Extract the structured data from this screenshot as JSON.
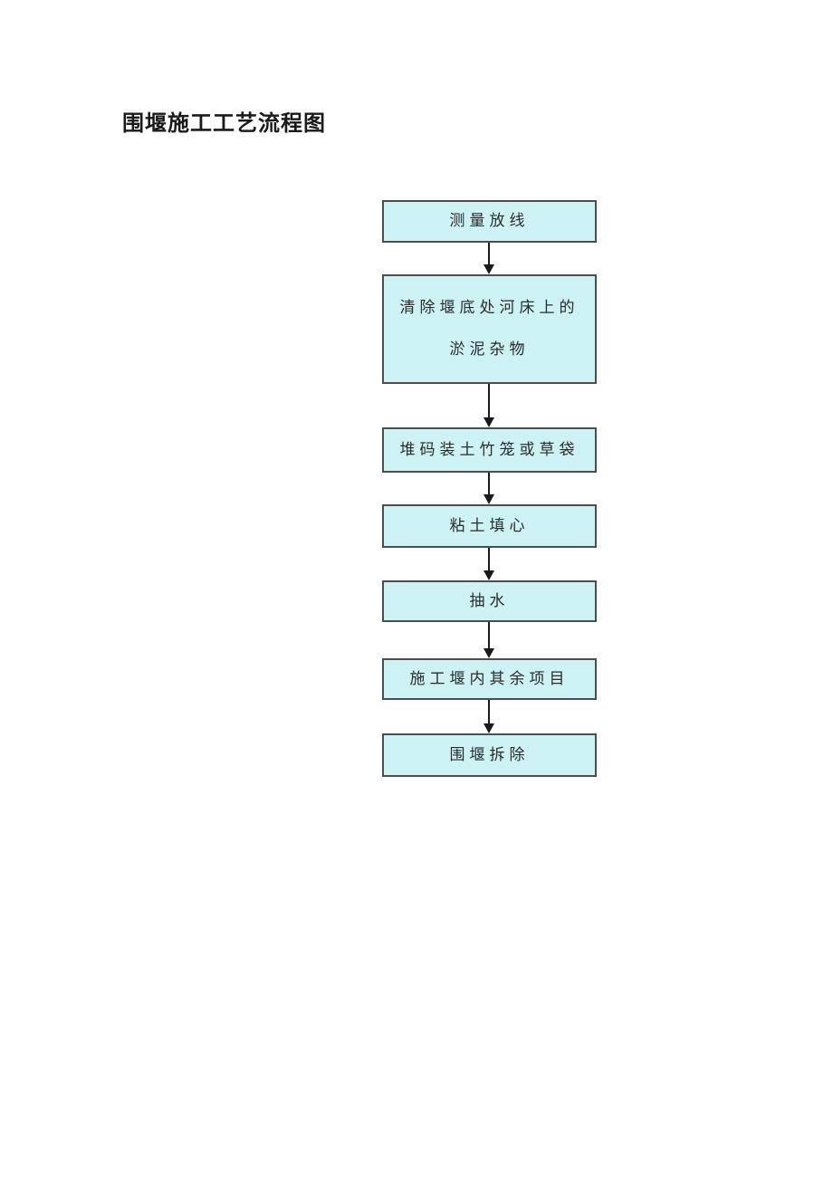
{
  "page": {
    "title": "围堰施工工艺流程图"
  },
  "flowchart": {
    "steps": [
      {
        "text": "测量放线"
      },
      {
        "text": "清除堰底处河床上的",
        "text2": "淤泥杂物"
      },
      {
        "text": "堆码装土竹笼或草袋"
      },
      {
        "text": "粘土填心"
      },
      {
        "text": "抽水"
      },
      {
        "text": "施工堰内其余项目"
      },
      {
        "text": "围堰拆除"
      }
    ]
  },
  "colors": {
    "box_fill": "#ccf2f3",
    "box_border": "#4d4d4d",
    "arrow": "#1a1a1a",
    "text": "#2b2b2b",
    "page_background": "#ffffff"
  }
}
